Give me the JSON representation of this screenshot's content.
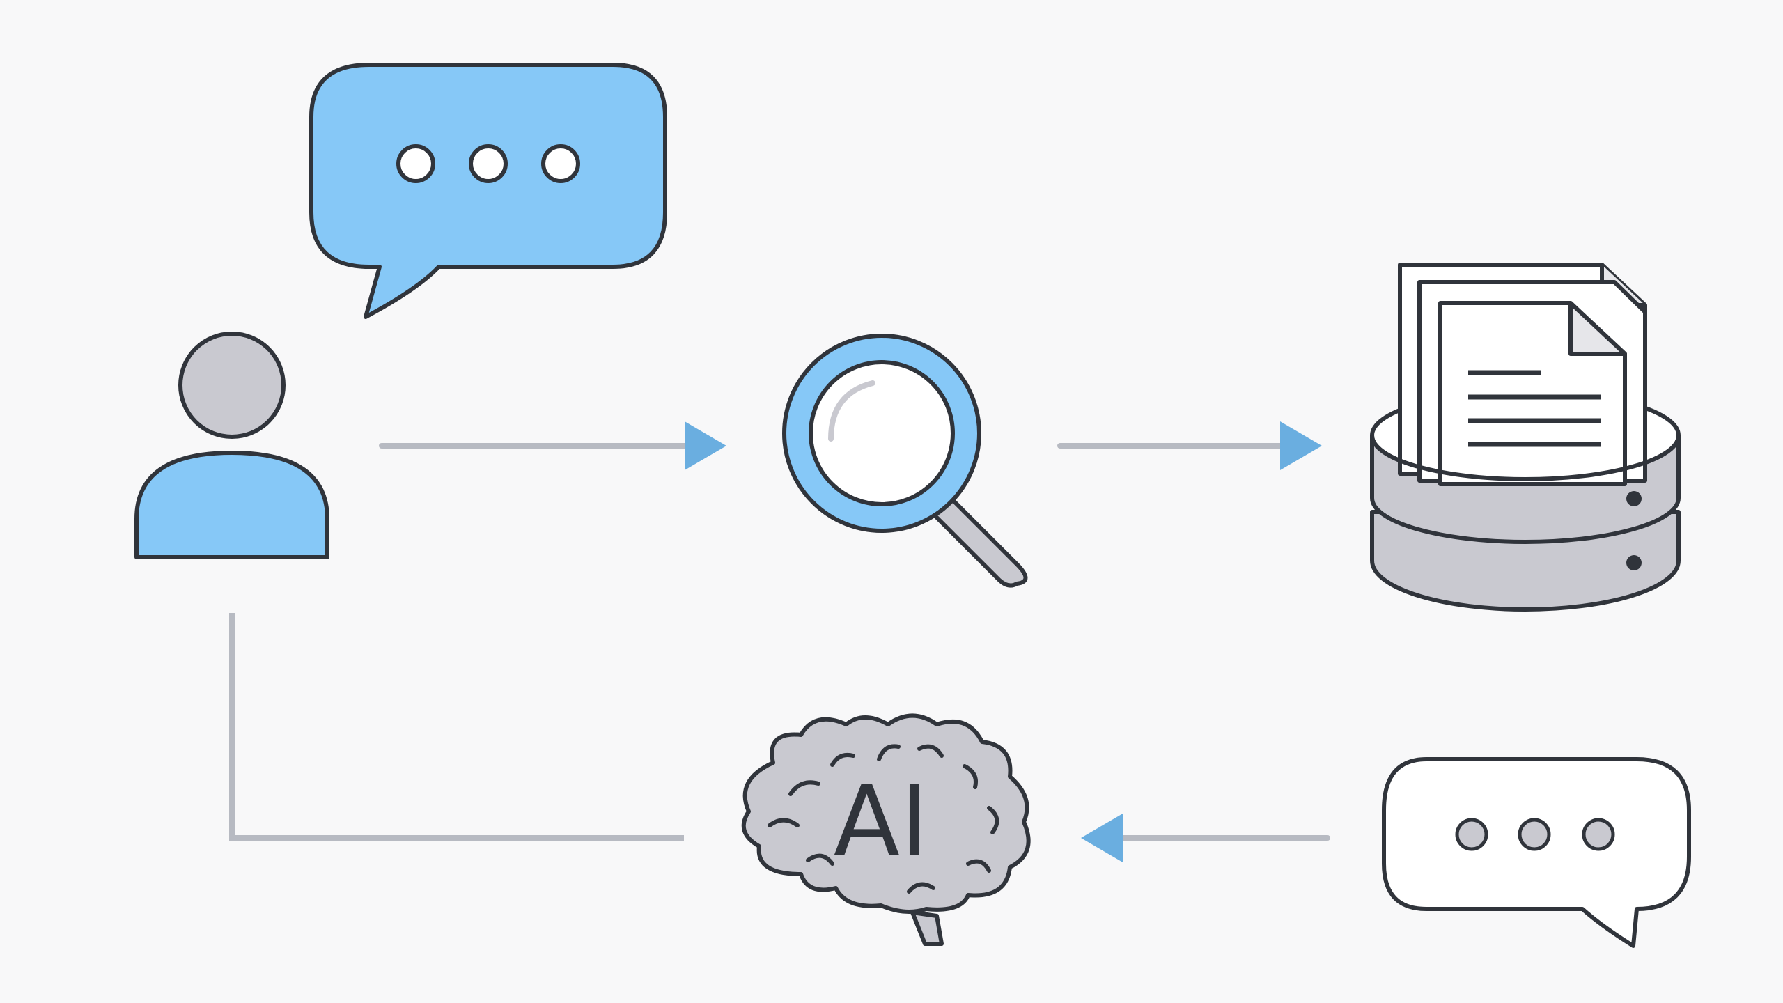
{
  "diagram": {
    "brain_label": "AI",
    "colors": {
      "background": "#f8f8f9",
      "accent_blue": "#86c8f7",
      "arrow_blue": "#6aaee0",
      "connector_gray": "#b7bac2",
      "icon_gray": "#c9c9d0",
      "outline": "#30343b",
      "white": "#ffffff"
    },
    "nodes": [
      {
        "id": "user",
        "icon": "user-icon"
      },
      {
        "id": "user_query",
        "icon": "speech-bubble-icon"
      },
      {
        "id": "search",
        "icon": "magnifying-glass-icon"
      },
      {
        "id": "document_store",
        "icon": "database-documents-icon"
      },
      {
        "id": "ai_model",
        "icon": "brain-icon"
      },
      {
        "id": "response",
        "icon": "speech-bubble-icon"
      }
    ],
    "edges": [
      {
        "from": "user",
        "to": "search"
      },
      {
        "from": "search",
        "to": "document_store"
      },
      {
        "from": "response",
        "to": "ai_model"
      },
      {
        "from": "ai_model",
        "to": "user"
      }
    ]
  }
}
